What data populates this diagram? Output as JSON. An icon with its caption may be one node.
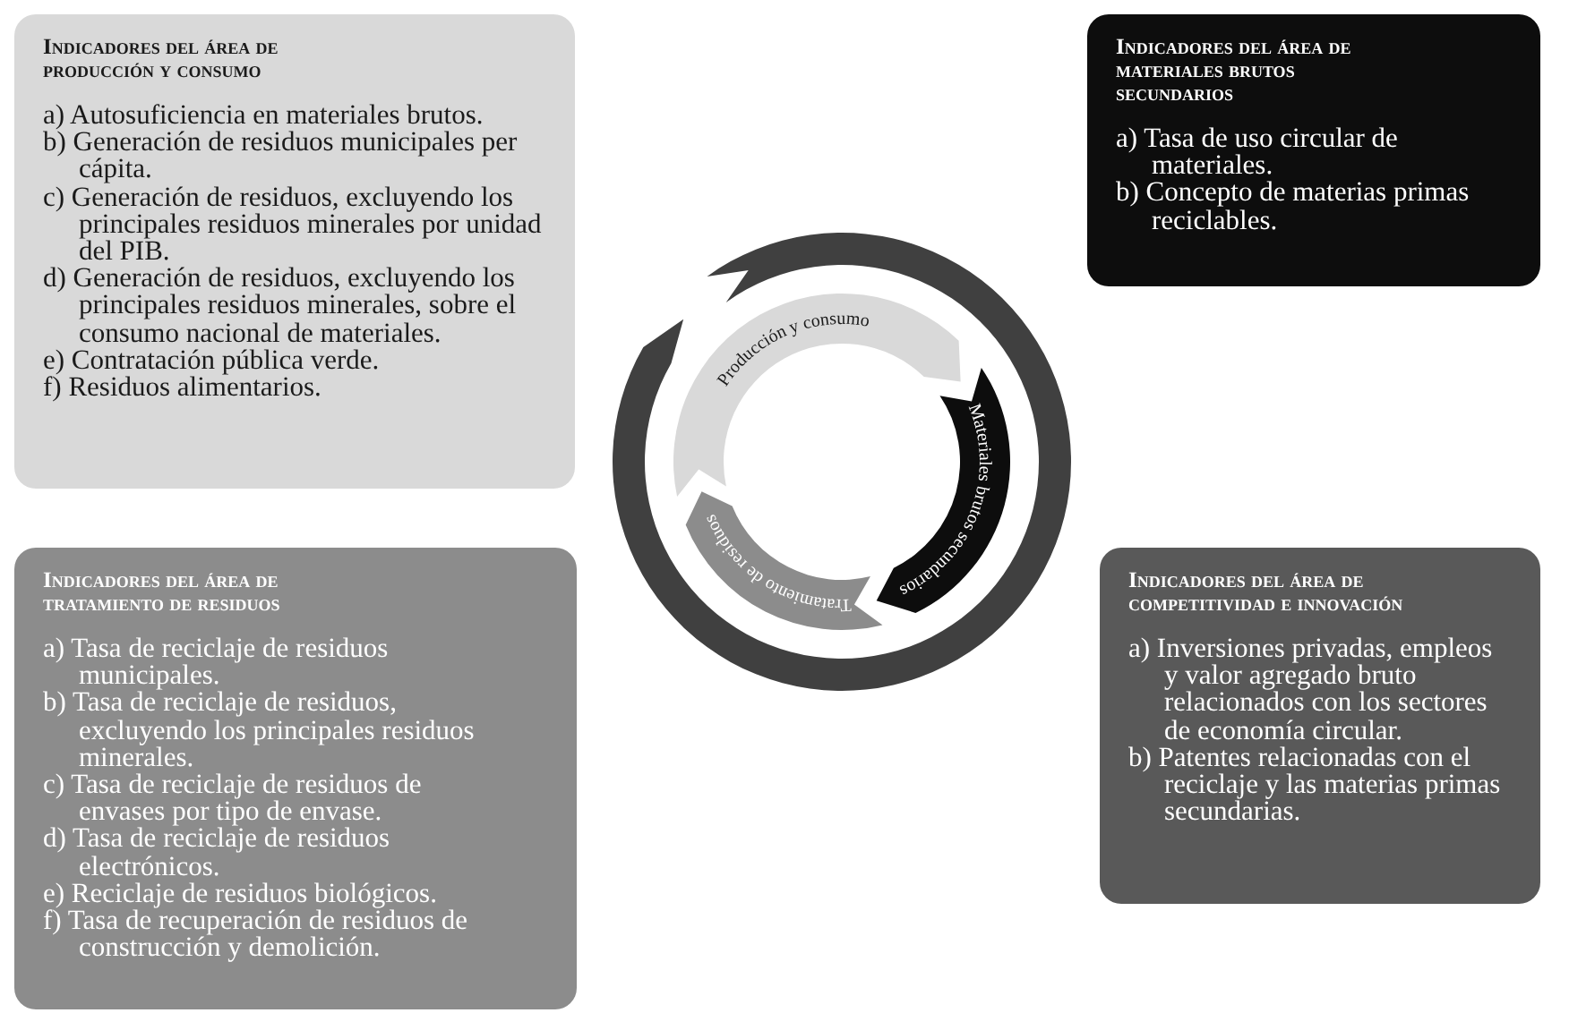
{
  "diagram": {
    "nodes": [
      {
        "text": [
          "Indicadores del área de producción y consumo",
          "a) Autosuficiencia en materiales brutos.",
          "b) Generación de residuos municipales per cápita.",
          "c) Generación de residuos, excluyendo los principales residuos minerales por unidad del PIB.",
          "d) Generación de residuos, excluyendo los principales residuos minerales, sobre el consumo nacional de materiales.",
          "e) Contratación pública verde.",
          "f) Residuos alimentarios."
        ]
      },
      {
        "text": [
          "Indicadores del área de materiales brutos secundarios",
          "a) Tasa de uso circular de materiales.",
          "b) Concepto de materias primas reciclables."
        ]
      },
      {
        "text": [
          "Producción y consumo"
        ]
      },
      {
        "text": [
          "Materiales brutos secundarios"
        ]
      },
      {
        "text": [
          "Tratamiento de residuos"
        ]
      },
      {
        "text": [
          "Indicadores del área de tratamiento de residuos",
          "a) Tasa de reciclaje de residuos municipales.",
          "b) Tasa de reciclaje de residuos, excluyendo los principales residuos minerales.",
          "c) Tasa de reciclaje de residuos de envases por tipo de envase.",
          "d) Tasa de reciclaje de residuos electrónicos.",
          "e) Reciclaje de residuos biológicos.",
          "f) Tasa de recuperación de residuos de construcción y demolición."
        ]
      },
      {
        "text": [
          "Indicadores del área de competitividad e innovación",
          "a) Inversiones privadas, empleos y valor agregado bruto relacionados con los sectores de economía circular.",
          "b) Patentes relacionadas con el reciclaje y las materias primas secundarias."
        ]
      },
      {
        "text": [],
        "shape": "circle"
      }
    ]
  }
}
